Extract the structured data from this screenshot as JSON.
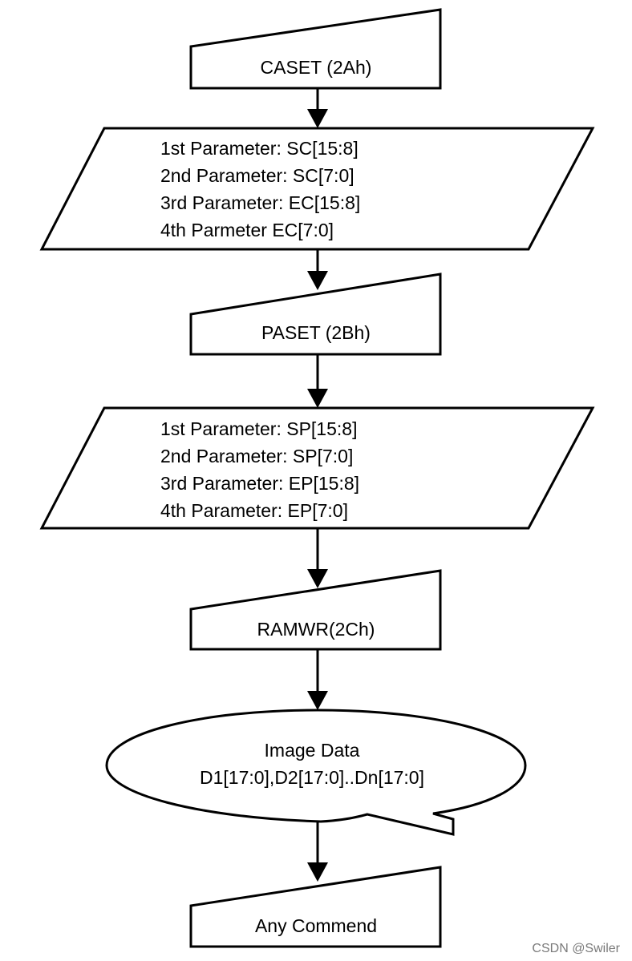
{
  "nodes": {
    "caset": {
      "label": "CASET (2Ah)"
    },
    "caset_params": {
      "lines": [
        "1st Parameter: SC[15:8]",
        "2nd Parameter: SC[7:0]",
        "3rd Parameter: EC[15:8]",
        "4th Parmeter EC[7:0]"
      ]
    },
    "paset": {
      "label": "PASET (2Bh)"
    },
    "paset_params": {
      "lines": [
        "1st Parameter: SP[15:8]",
        "2nd Parameter: SP[7:0]",
        "3rd Parameter: EP[15:8]",
        "4th Parameter: EP[7:0]"
      ]
    },
    "ramwr": {
      "label": "RAMWR(2Ch)"
    },
    "image_data": {
      "lines": [
        "Image Data",
        "D1[17:0],D2[17:0]..Dn[17:0]"
      ]
    },
    "any_command": {
      "label": "Any Commend"
    }
  },
  "watermark": "CSDN @Swiler"
}
